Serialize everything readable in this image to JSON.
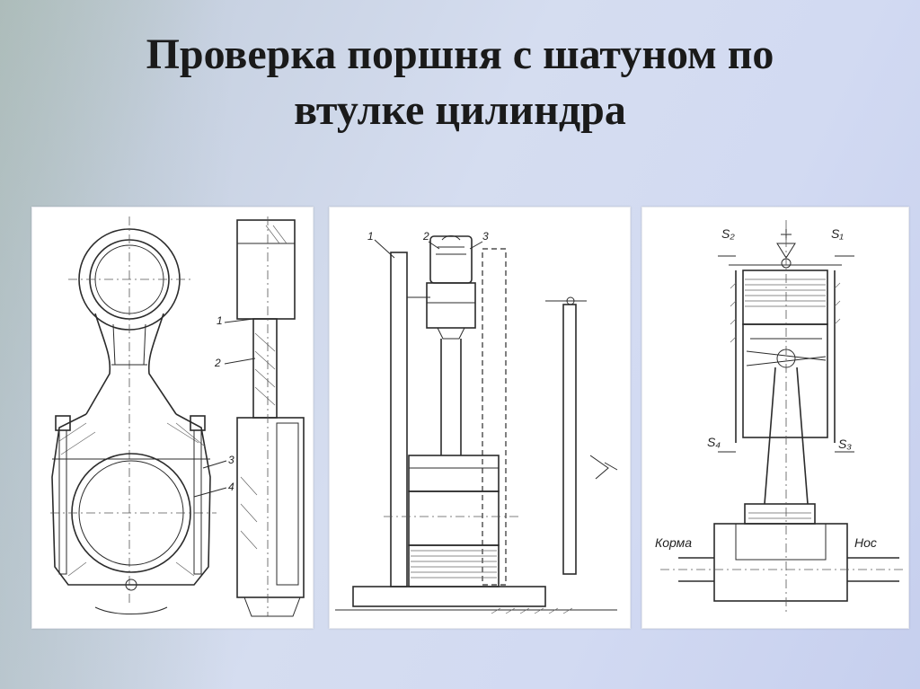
{
  "slide": {
    "title_line1": "Проверка поршня с шатуном по",
    "title_line2": "втулке цилиндра"
  },
  "figure1": {
    "labels": [
      "1",
      "2",
      "3",
      "4"
    ]
  },
  "figure2": {
    "labels": [
      "1",
      "2",
      "3"
    ]
  },
  "figure3": {
    "labels": {
      "s1": "S₁",
      "s2": "S₂",
      "s3": "S₃",
      "s4": "S₄",
      "aft": "Корма",
      "bow": "Нос"
    }
  }
}
